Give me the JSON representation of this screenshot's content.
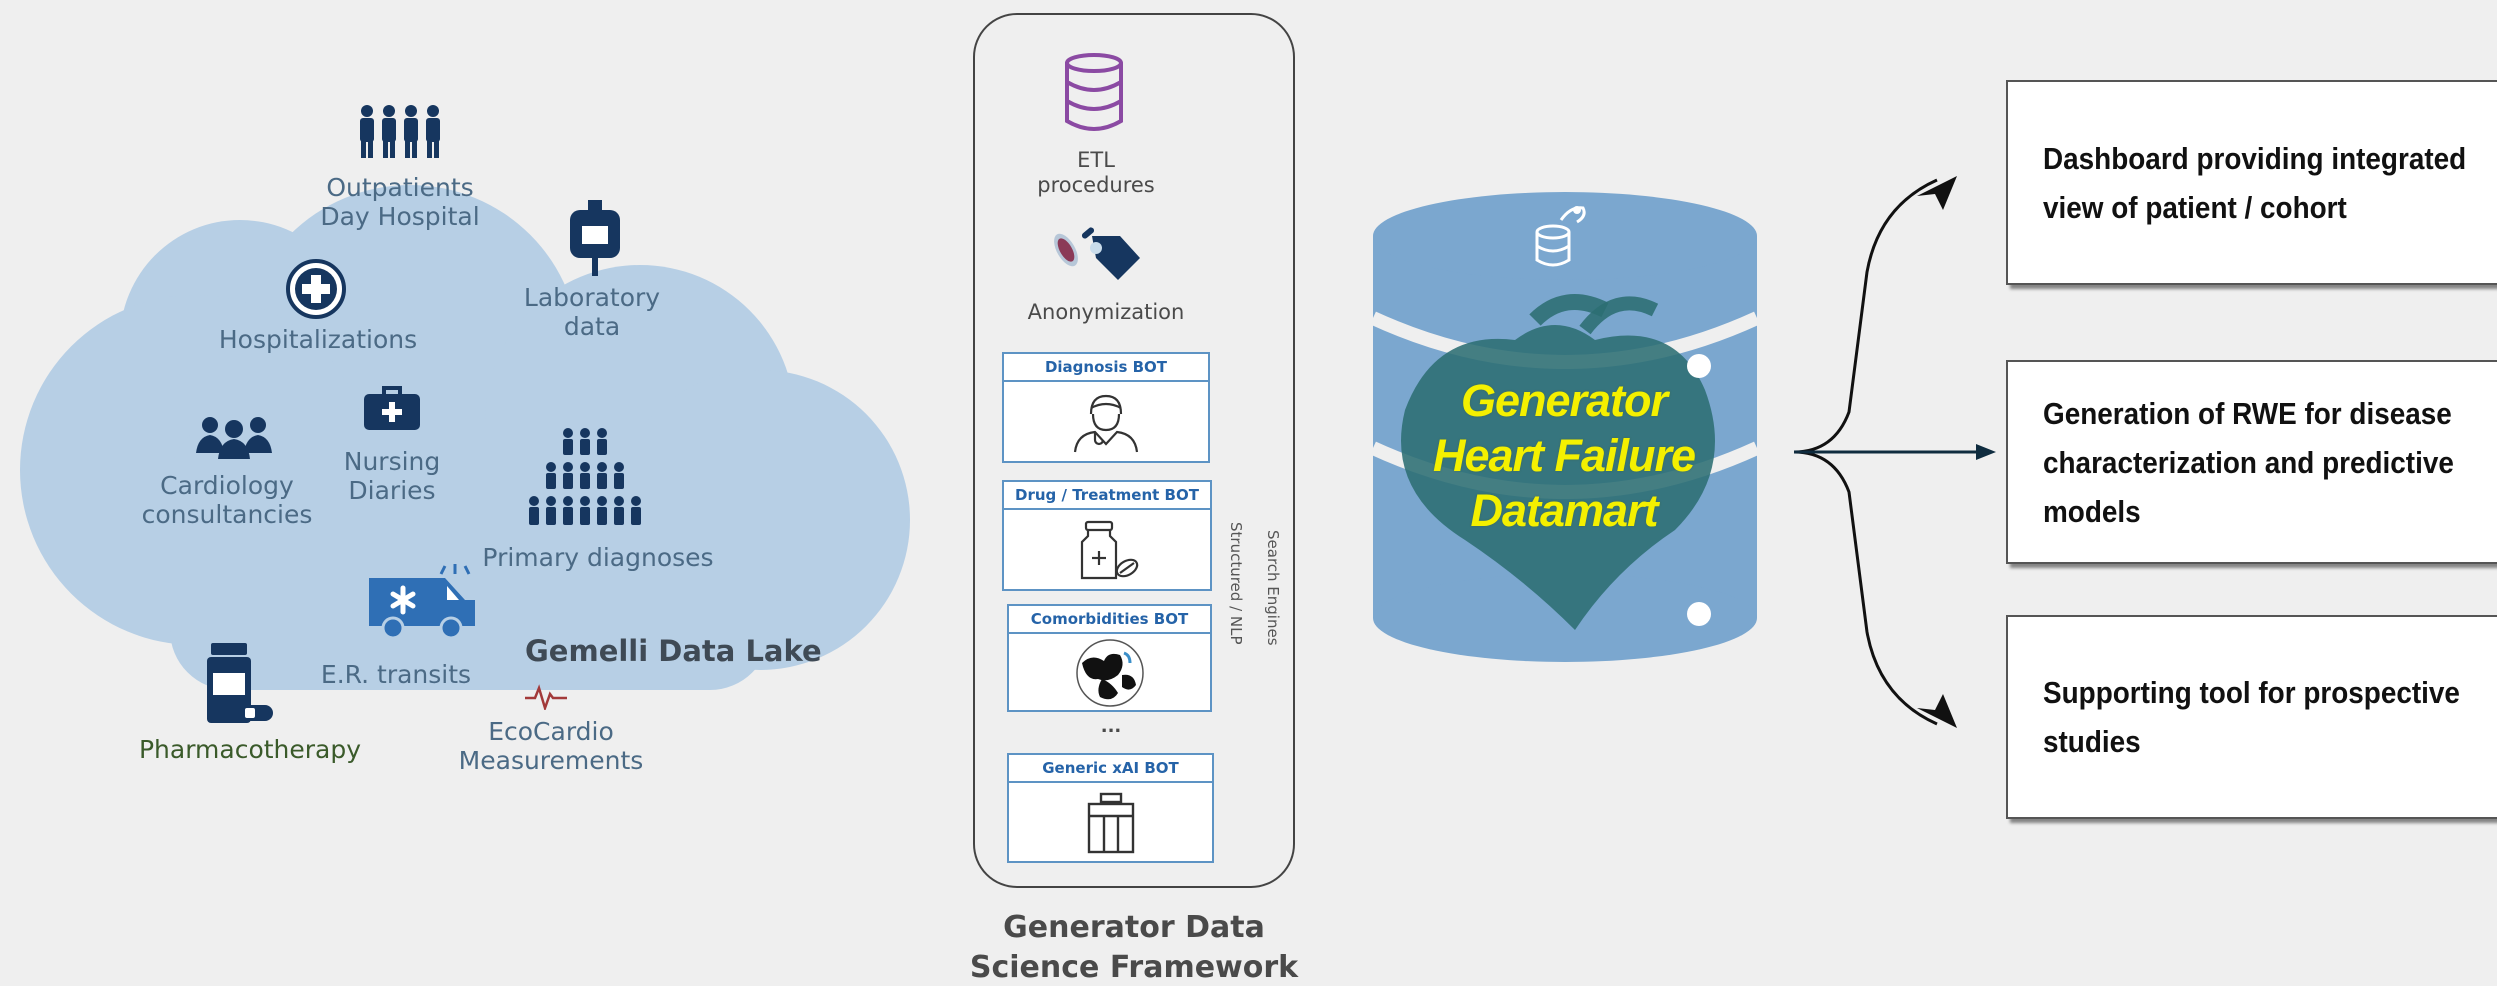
{
  "data_lake": {
    "items": {
      "outpatients": "Outpatients\nDay Hospital",
      "laboratory": "Laboratory\ndata",
      "hospitalizations": "Hospitalizations",
      "cardiology": "Cardiology\nconsultancies",
      "nursing": "Nursing\nDiaries",
      "primary_diagnoses": "Primary diagnoses",
      "er_transits": "E.R. transits",
      "pharmacotherapy": "Pharmacotherapy",
      "ecocardio": "EcoCardio\nMeasurements"
    },
    "title": "Gemelli Data Lake",
    "cloud_color": "#b7cfe5",
    "icon_color": "#16365f"
  },
  "framework": {
    "etl": "ETL\nprocedures",
    "anonymization": "Anonymization",
    "bots": [
      {
        "title": "Diagnosis BOT",
        "icon": "doctor-icon"
      },
      {
        "title": "Drug / Treatment BOT",
        "icon": "medicine-icon"
      },
      {
        "title": "Comorbidities BOT",
        "icon": "organs-icon"
      },
      {
        "title": "Generic xAI BOT",
        "icon": "table-icon"
      }
    ],
    "ellipsis": "...",
    "side_text_1": "Search Engines",
    "side_text_2": "Structured / NLP",
    "title": "Generator Data\nScience Framework"
  },
  "datamart": {
    "title": "Generator\nHeart Failure\nDatamart",
    "cylinder_color": "#7ba7cf",
    "text_color": "#f4f000"
  },
  "outputs": [
    {
      "text": "Dashboard providing integrated\nview of patient / cohort"
    },
    {
      "text": "Generation of RWE for disease\ncharacterization and predictive\nmodels"
    },
    {
      "text": "Supporting tool for prospective\nstudies"
    }
  ]
}
